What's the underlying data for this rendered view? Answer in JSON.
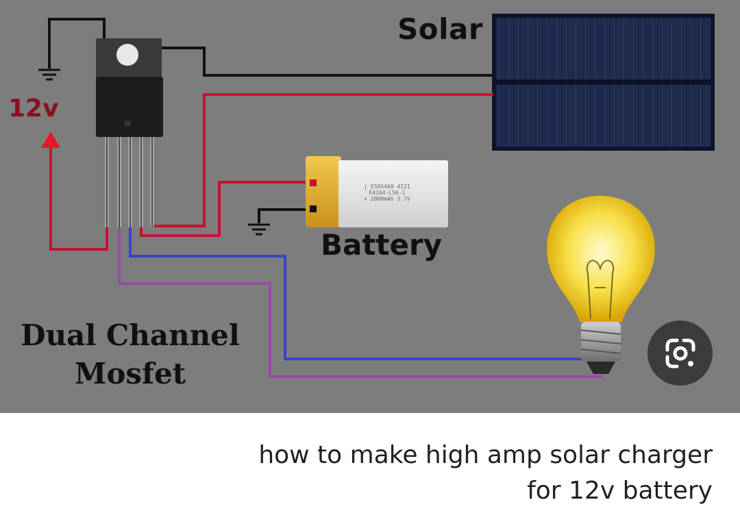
{
  "image": {
    "labels": {
      "solar": "Solar",
      "battery": "Battery",
      "voltage": "12v",
      "mosfet_line1": "Dual Channel",
      "mosfet_line2": "Mosfet"
    },
    "battery_print": {
      "line1": "| E505460-4I21",
      "line2": "E4I04-L56-1",
      "line3": "+ 2000mAh 3.7V"
    },
    "lens_icon": "google-lens-icon",
    "colors": {
      "background": "#7d7d7d",
      "wire_red": "#c8102e",
      "wire_black": "#111111",
      "wire_blue": "#3a44c8",
      "wire_purple": "#9a4aa8",
      "label_12v": "#8b1220",
      "bulb_glow": "#f7e04a"
    }
  },
  "caption": {
    "line1": "how to make high amp solar charger",
    "line2": "for 12v battery"
  }
}
